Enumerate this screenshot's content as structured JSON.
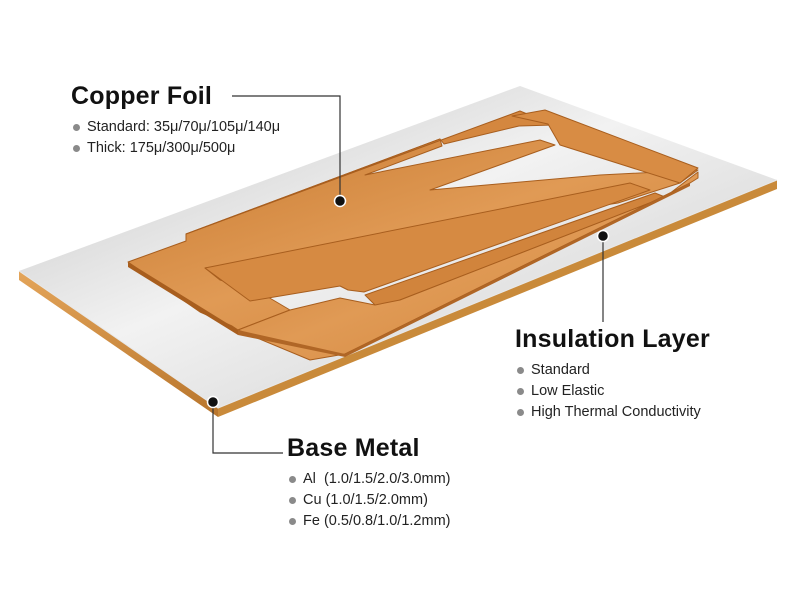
{
  "callouts": {
    "copper_foil": {
      "title": "Copper Foil",
      "items": [
        "Standard: 35μ/70μ/105μ/140μ",
        "Thick: 175μ/300μ/500μ"
      ]
    },
    "insulation_layer": {
      "title": "Insulation Layer",
      "items": [
        "Standard",
        "Low Elastic",
        "High Thermal Conductivity"
      ]
    },
    "base_metal": {
      "title": "Base Metal",
      "items": [
        "Al  (1.0/1.5/2.0/3.0mm)",
        "Cu (1.0/1.5/2.0mm)",
        "Fe (0.5/0.8/1.0/1.2mm)"
      ]
    }
  },
  "colors": {
    "copper": "#d9893f",
    "copper_edge": "#a85e1e",
    "board_top": "#dcdcdc",
    "board_edge": "#c98a3a",
    "leader_line": "#333333",
    "bullet": "#8a8a8a"
  }
}
